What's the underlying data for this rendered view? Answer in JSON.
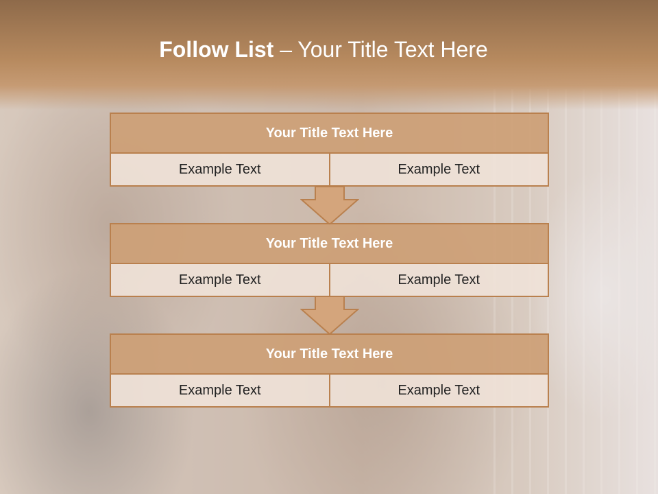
{
  "slide": {
    "title_bold": "Follow List",
    "title_rest": " – Your Title Text Here"
  },
  "blocks": [
    {
      "title": "Your Title Text Here",
      "left": "Example Text",
      "right": "Example Text"
    },
    {
      "title": "Your Title Text Here",
      "left": "Example Text",
      "right": "Example Text"
    },
    {
      "title": "Your Title Text Here",
      "left": "Example Text",
      "right": "Example Text"
    }
  ],
  "colors": {
    "header": "#b78a5f",
    "accent_border": "#b9804e",
    "block_head": "#cda076",
    "block_cell": "#f0e2d8"
  }
}
